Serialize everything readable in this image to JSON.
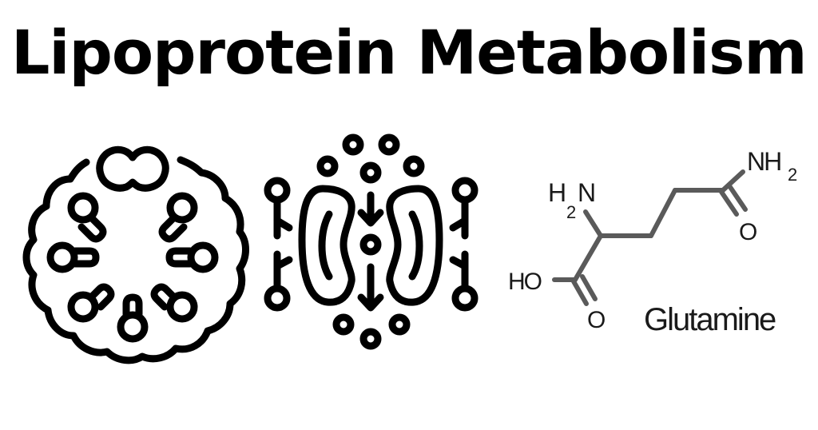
{
  "title": "Lipoprotein Metabolism",
  "illustrations": [
    {
      "name": "lipoprotein-particle-icon",
      "description": "scalloped circular lipoprotein with phospholipid heads and a double-lobed core"
    },
    {
      "name": "membrane-transport-icon",
      "description": "two bean-shaped organelles with molecules passing down between them, flanked by phospholipids"
    },
    {
      "name": "glutamine-structure",
      "description": "skeletal formula of glutamine"
    }
  ],
  "molecule": {
    "name": "Glutamine",
    "labels": {
      "amine_h": "H",
      "amine_sub": "2",
      "amine_n": "N",
      "hydroxyl": "HO",
      "carboxyl_o": "O",
      "amide_nh": "NH",
      "amide_sub": "2",
      "amide_o": "O"
    }
  },
  "colors": {
    "text": "#000000",
    "icon_stroke": "#000000",
    "bond": "#5a5a5a",
    "chem_text": "#1a1a1a",
    "background": "#ffffff"
  }
}
